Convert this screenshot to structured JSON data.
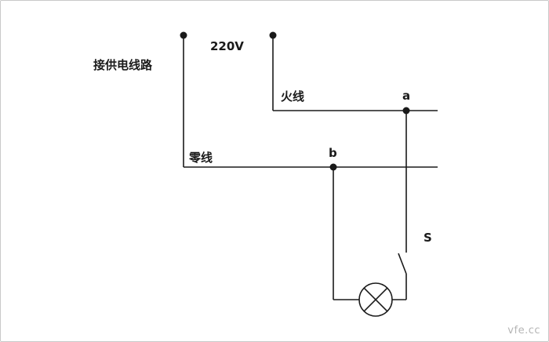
{
  "diagram": {
    "labels": {
      "voltage": "220V",
      "supply": "接供电线路",
      "live_wire": "火线",
      "neutral_wire": "零线",
      "node_a": "a",
      "node_b": "b",
      "switch": "S"
    },
    "colors": {
      "line": "#1a1a1a",
      "background": "#ffffff",
      "border": "#c9c9c9",
      "watermark": "#b5b5b5"
    }
  },
  "watermark": "vfe.cc"
}
